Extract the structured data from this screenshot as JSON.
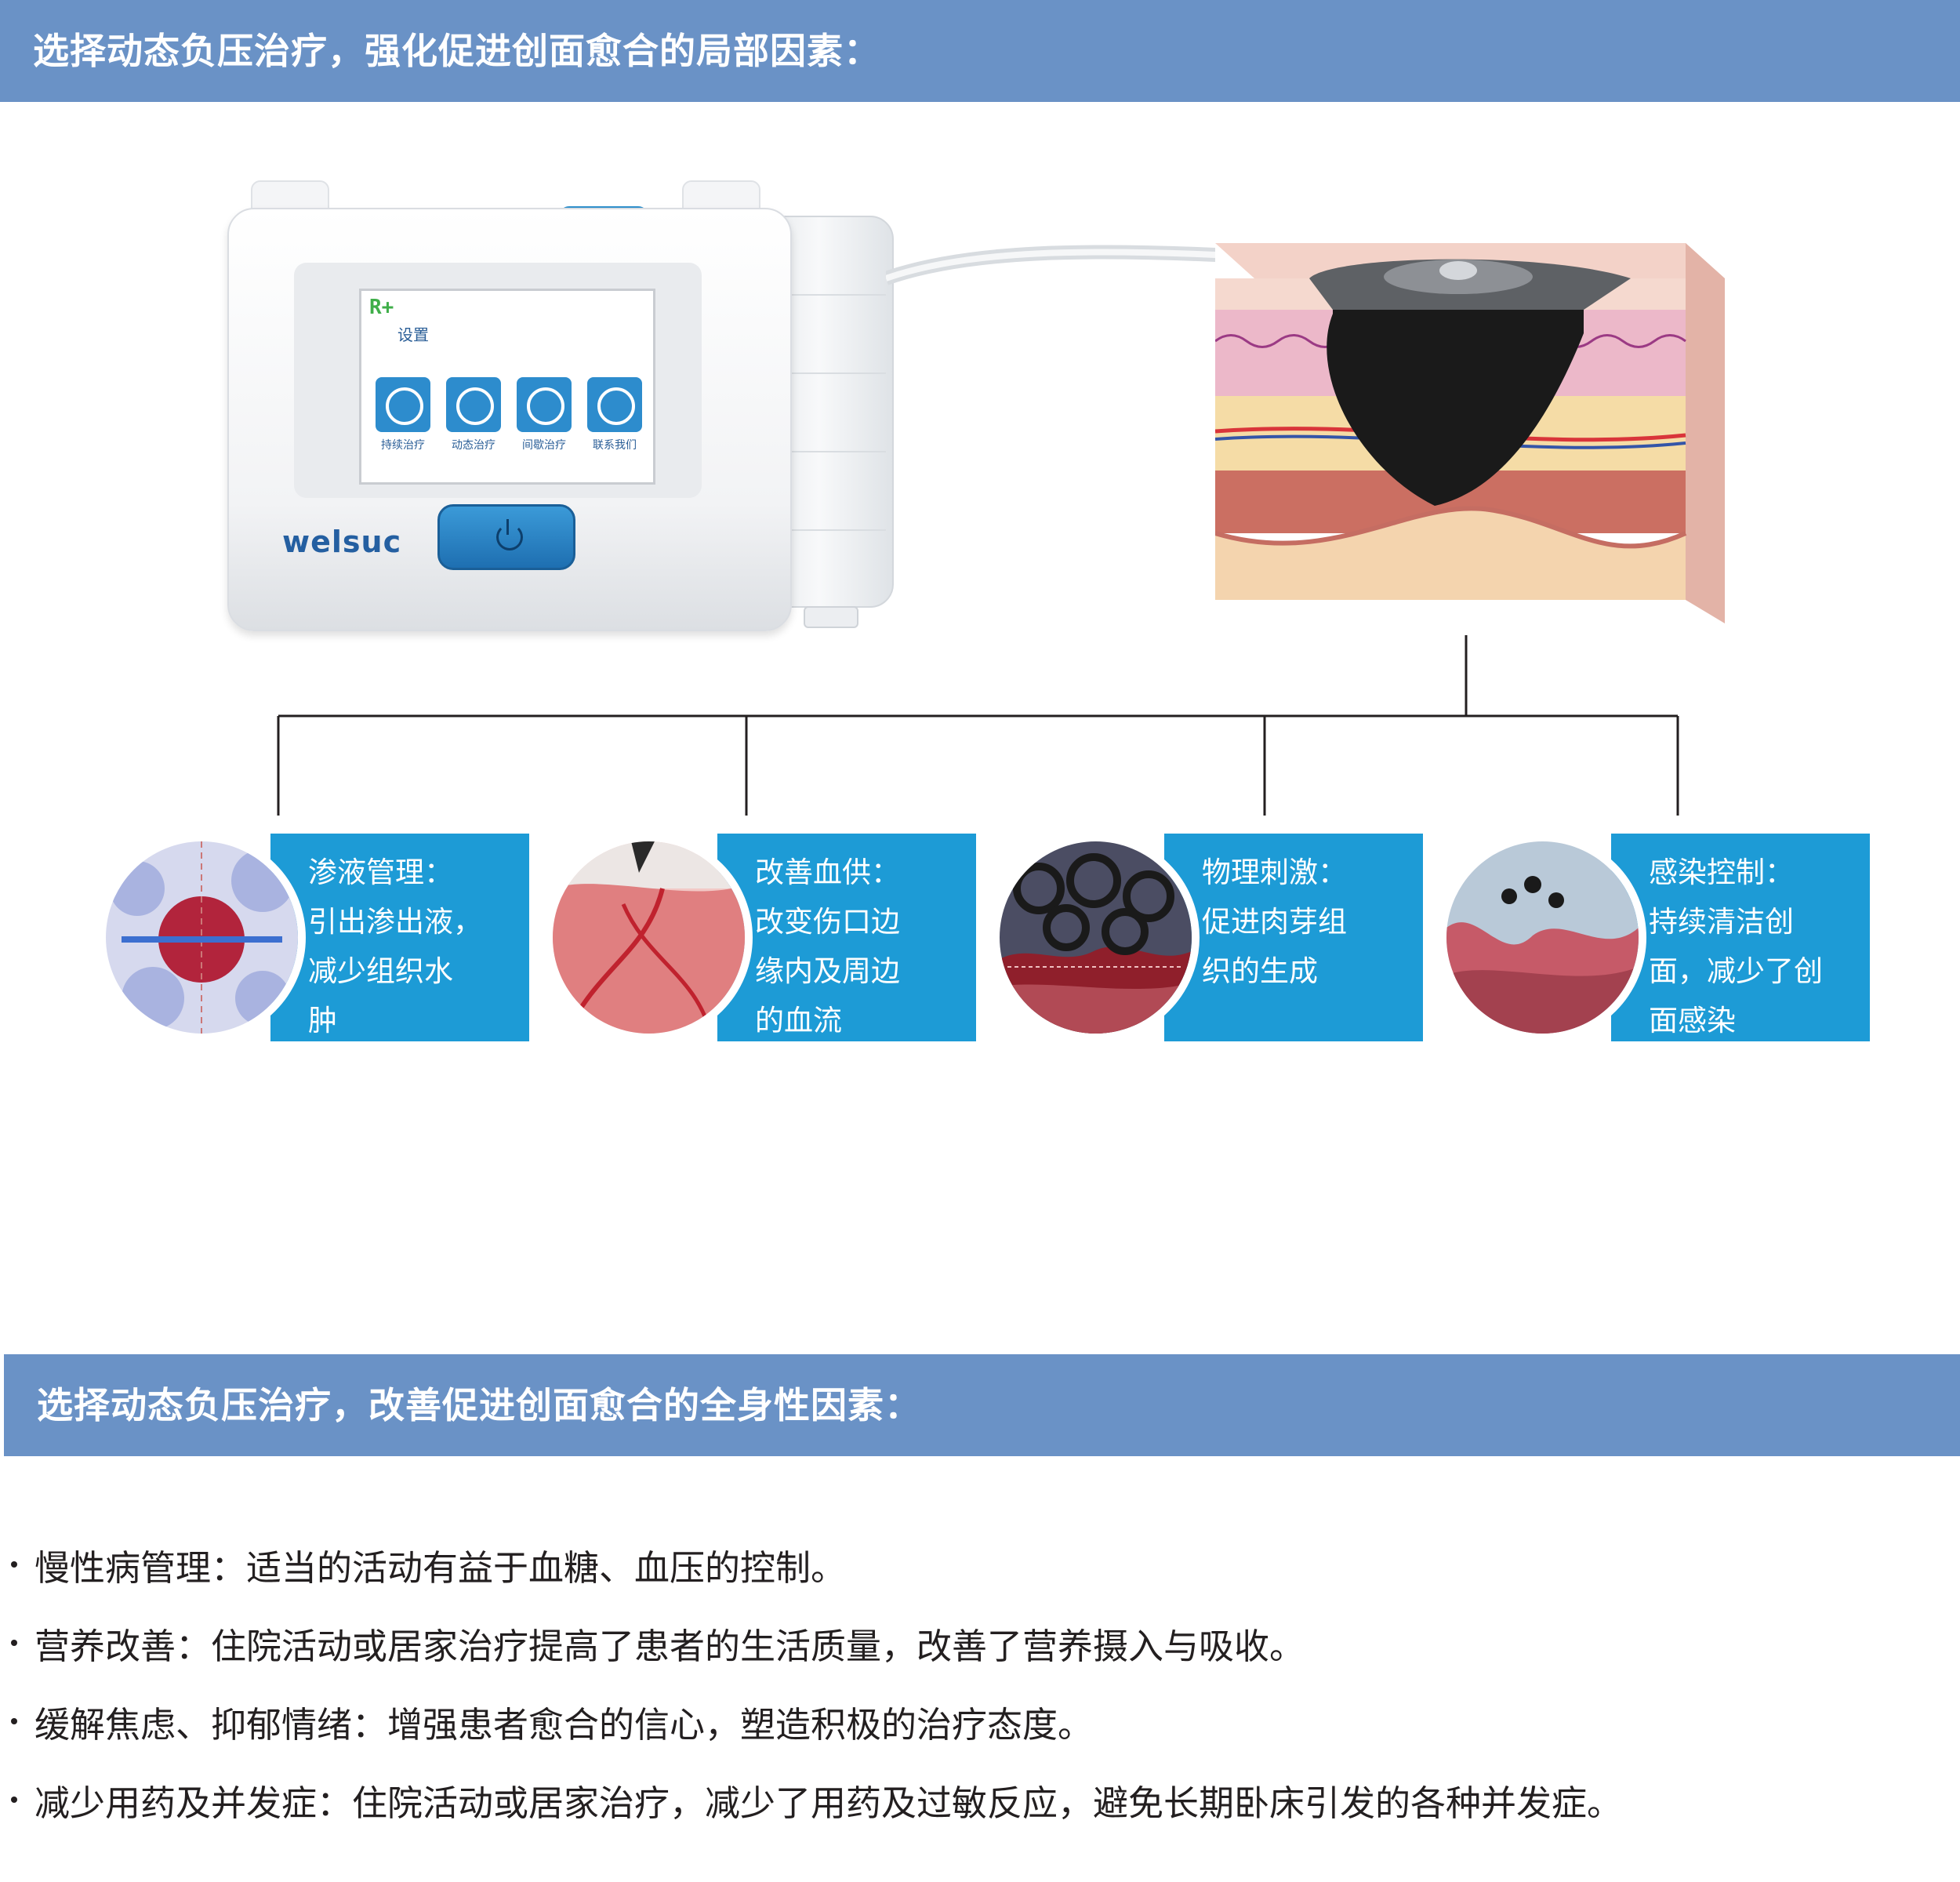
{
  "section_local": {
    "title": "选择动态负压治疗，强化促进创面愈合的局部因素："
  },
  "device": {
    "brand": "welsuc",
    "screen_logo": "R+",
    "screen_title": "设置",
    "buttons": [
      {
        "label": "持续治疗",
        "icon": "plus-circle-icon"
      },
      {
        "label": "动态治疗",
        "icon": "plus-triangle-icon"
      },
      {
        "label": "间歇治疗",
        "icon": "plus-dashed-circle-icon"
      },
      {
        "label": "联系我们",
        "icon": "phone-icon"
      }
    ]
  },
  "cards": [
    {
      "title": "渗液管理：",
      "lines": [
        "引出渗出液，",
        "减少组织水",
        "肿"
      ]
    },
    {
      "title": "改善血供：",
      "lines": [
        "改变伤口边",
        "缘内及周边",
        "的血流"
      ]
    },
    {
      "title": "物理刺激：",
      "lines": [
        "促进肉芽组",
        "织的生成",
        ""
      ]
    },
    {
      "title": "感染控制：",
      "lines": [
        "持续清洁创",
        "面，减少了创",
        "面感染"
      ]
    }
  ],
  "section_systemic": {
    "title": "选择动态负压治疗，改善促进创面愈合的全身性因素："
  },
  "bullets": [
    "慢性病管理：适当的活动有益于血糖、血压的控制。",
    "营养改善：住院活动或居家治疗提高了患者的生活质量，改善了营养摄入与吸收。",
    "缓解焦虑、抑郁情绪：增强患者愈合的信心，塑造积极的治疗态度。",
    "减少用药及并发症：住院活动或居家治疗，减少了用药及过敏反应，避免长期卧床引发的各种并发症。"
  ],
  "colors": {
    "banner": "#6a92c6",
    "card": "#1d9bd6",
    "device_blue": "#2d8ccd"
  }
}
